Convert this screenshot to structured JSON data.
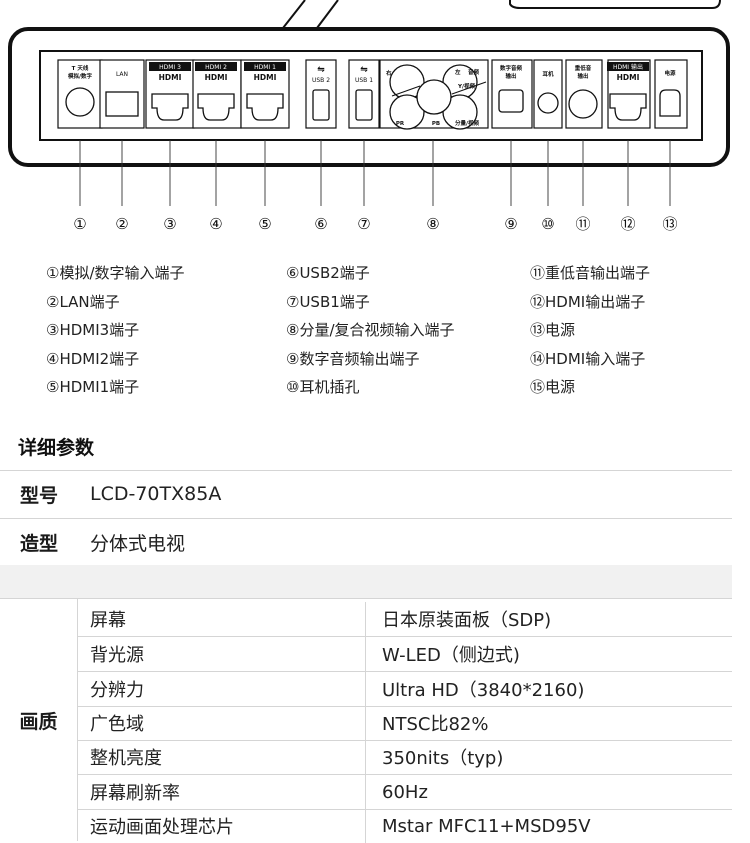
{
  "panel": {
    "ports": [
      {
        "label1": "天线",
        "label2": "模拟/数字"
      },
      {
        "label1": "LAN",
        "label2": ""
      },
      {
        "label1": "HDMI 3",
        "label2": ""
      },
      {
        "label1": "HDMI 2",
        "label2": ""
      },
      {
        "label1": "HDMI 1",
        "label2": ""
      },
      {
        "label1": "USB 2",
        "label2": ""
      },
      {
        "label1": "USB 1",
        "label2": ""
      },
      {
        "label1": "右",
        "label2": "左",
        "label3": "音频",
        "label4": "Y/视频",
        "label5": "PR",
        "label6": "PB",
        "label7": "分量/视频"
      },
      {
        "label1": "数字音频",
        "label2": "输出"
      },
      {
        "label1": "耳机",
        "label2": ""
      },
      {
        "label1": "重低音",
        "label2": "输出"
      },
      {
        "label1": "HDMI 输出",
        "label2": ""
      },
      {
        "label1": "电源",
        "label2": ""
      }
    ],
    "hdmi_logo": "HDMI",
    "numbers": [
      "①",
      "②",
      "③",
      "④",
      "⑤",
      "⑥",
      "⑦",
      "⑧",
      "⑨",
      "⑩",
      "⑪",
      "⑫",
      "⑬"
    ]
  },
  "legend": {
    "col1": [
      "①模拟/数字输入端子",
      "②LAN端子",
      "③HDMI3端子",
      "④HDMI2端子",
      "⑤HDMI1端子"
    ],
    "col2": [
      "⑥USB2端子",
      "⑦USB1端子",
      "⑧分量/复合视频输入端子",
      "⑨数字音频输出端子",
      "⑩耳机插孔"
    ],
    "col3": [
      "⑪重低音输出端子",
      "⑫HDMI输出端子",
      "⑬电源",
      "⑭HDMI输入端子",
      "⑮电源"
    ]
  },
  "specs": {
    "title": "详细参数",
    "model_key": "型号",
    "model_value": "LCD-70TX85A",
    "form_key": "造型",
    "form_value": "分体式电视",
    "quality": {
      "category": "画质",
      "rows": [
        {
          "k": "屏幕",
          "v": "日本原装面板（SDP)"
        },
        {
          "k": "背光源",
          "v": "W-LED（侧边式)"
        },
        {
          "k": "分辨力",
          "v": "Ultra HD（3840*2160)"
        },
        {
          "k": "广色域",
          "v": "NTSC比82%"
        },
        {
          "k": "整机亮度",
          "v": "350nits（typ)"
        },
        {
          "k": "屏幕刷新率",
          "v": "60Hz"
        },
        {
          "k": "运动画面处理芯片",
          "v": "Mstar MFC11+MSD95V"
        }
      ]
    }
  }
}
